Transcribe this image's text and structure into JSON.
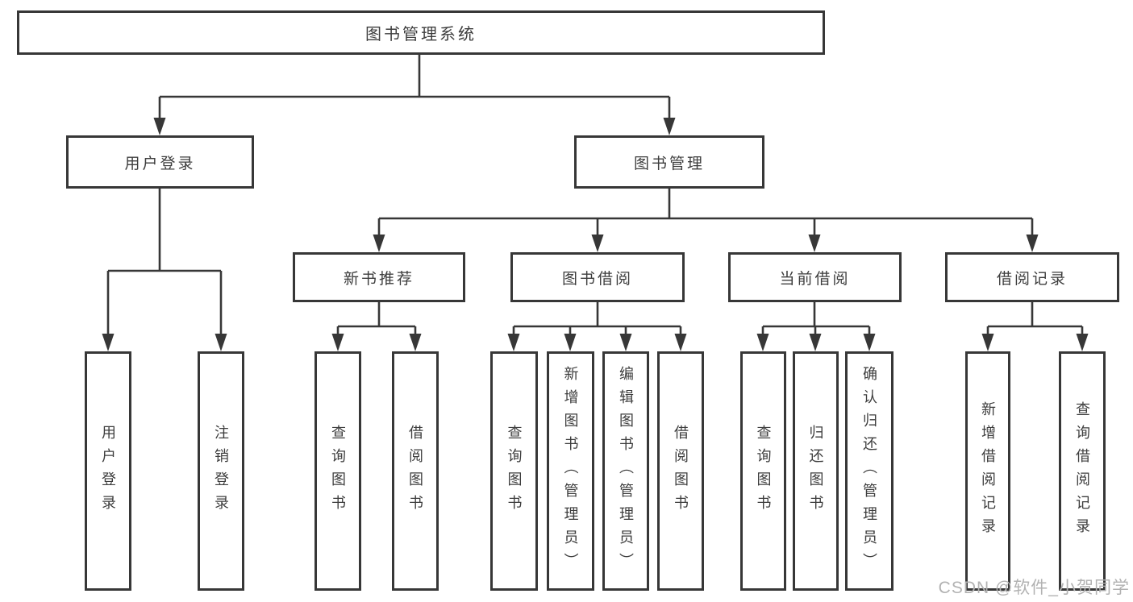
{
  "diagram_title": "图书管理系统",
  "nodes": {
    "root": {
      "label": "图书管理系统"
    },
    "user_login": {
      "label": "用户登录"
    },
    "book_management": {
      "label": "图书管理"
    },
    "new_book_recommend": {
      "label": "新书推荐"
    },
    "book_borrowing": {
      "label": "图书借阅"
    },
    "current_borrowing": {
      "label": "当前借阅"
    },
    "borrowing_records": {
      "label": "借阅记录"
    },
    "leaf_user_login": {
      "label": "用户登录"
    },
    "leaf_logout": {
      "label": "注销登录"
    },
    "rec_query_books": {
      "label": "查询图书"
    },
    "rec_borrow_books": {
      "label": "借阅图书"
    },
    "bb_query_books": {
      "label": "查询图书"
    },
    "bb_add_books": {
      "label": "新增图书（管理员）"
    },
    "bb_edit_books": {
      "label": "编辑图书（管理员）"
    },
    "bb_borrow_books": {
      "label": "借阅图书"
    },
    "cb_query_books": {
      "label": "查询图书"
    },
    "cb_return_books": {
      "label": "归还图书"
    },
    "cb_confirm_return": {
      "label": "确认归还（管理员）"
    },
    "br_add_record": {
      "label": "新增借阅记录"
    },
    "br_query_record": {
      "label": "查询借阅记录"
    }
  },
  "hierarchy": {
    "图书管理系统": {
      "用户登录": [
        "用户登录",
        "注销登录"
      ],
      "图书管理": {
        "新书推荐": [
          "查询图书",
          "借阅图书"
        ],
        "图书借阅": [
          "查询图书",
          "新增图书（管理员）",
          "编辑图书（管理员）",
          "借阅图书"
        ],
        "当前借阅": [
          "查询图书",
          "归还图书",
          "确认归还（管理员）"
        ],
        "借阅记录": [
          "新增借阅记录",
          "查询借阅记录"
        ]
      }
    }
  },
  "watermark": {
    "text": "CSDN @软件_小贺同学"
  },
  "colors": {
    "line": "#373737",
    "text": "#3d3d3d",
    "background": "#ffffff",
    "watermark": "#b2b2b2"
  }
}
